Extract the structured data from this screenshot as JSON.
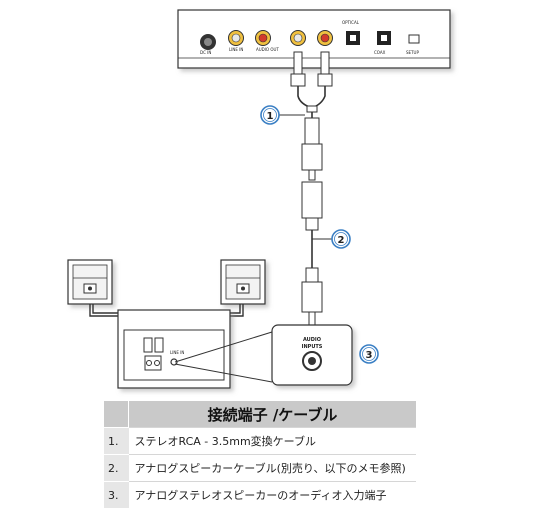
{
  "device": {
    "rear_labels": [
      "DC IN",
      "LINE IN",
      "AUDIO OUT",
      "OPTICAL",
      "COAX",
      "SETUP"
    ]
  },
  "callouts": [
    "1",
    "2",
    "3"
  ],
  "jack_label": [
    "AUDIO",
    "INPUTS"
  ],
  "legend": {
    "title": "接続端子 /ケーブル",
    "rows": [
      {
        "num": "1.",
        "text": "ステレオRCA - 3.5mm変換ケーブル"
      },
      {
        "num": "2.",
        "text": "アナログスピーカーケーブル(別売り、以下のメモ参照)"
      },
      {
        "num": "3.",
        "text": "アナログステレオスピーカーのオーディオ入力端子"
      }
    ]
  },
  "colors": {
    "rca_white": "#e8e8e8",
    "rca_red": "#d33a2c",
    "rca_ring": "#f0c040",
    "callout": "#3a7fc4",
    "header_bg": "#c9c9c9"
  }
}
